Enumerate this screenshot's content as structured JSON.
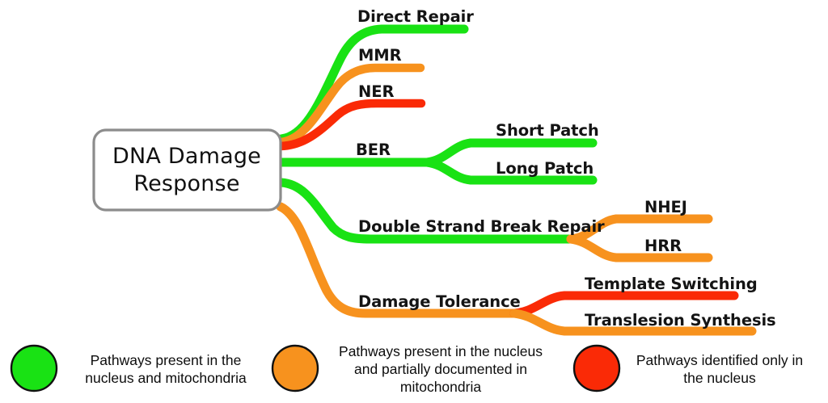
{
  "diagram": {
    "type": "mind-map",
    "title": "DNA Damage Response pathways",
    "root": {
      "label_line1": "DNA Damage",
      "label_line2": "Response"
    },
    "colors": {
      "green": "#19E214",
      "orange": "#F7921E",
      "red": "#FA2A06",
      "node_border": "#8c8c8c",
      "node_fill": "#ffffff",
      "text": "#111111",
      "background": "#ffffff"
    },
    "branches": [
      {
        "id": "direct-repair",
        "label": "Direct Repair",
        "color_name": "green",
        "color": "#19E214",
        "children": []
      },
      {
        "id": "mmr",
        "label": "MMR",
        "color_name": "orange",
        "color": "#F7921E",
        "children": []
      },
      {
        "id": "ner",
        "label": "NER",
        "color_name": "red",
        "color": "#FA2A06",
        "children": []
      },
      {
        "id": "ber",
        "label": "BER",
        "color_name": "green",
        "color": "#19E214",
        "children": [
          {
            "id": "short-patch",
            "label": "Short Patch",
            "color_name": "green",
            "color": "#19E214"
          },
          {
            "id": "long-patch",
            "label": "Long Patch",
            "color_name": "green",
            "color": "#19E214"
          }
        ]
      },
      {
        "id": "double-strand-break-repair",
        "label": "Double Strand Break Repair",
        "color_name": "green",
        "color": "#19E214",
        "children": [
          {
            "id": "nhej",
            "label": "NHEJ",
            "color_name": "orange",
            "color": "#F7921E"
          },
          {
            "id": "hrr",
            "label": "HRR",
            "color_name": "orange",
            "color": "#F7921E"
          }
        ]
      },
      {
        "id": "damage-tolerance",
        "label": "Damage Tolerance",
        "color_name": "orange",
        "color": "#F7921E",
        "children": [
          {
            "id": "template-switching",
            "label": "Template Switching",
            "color_name": "red",
            "color": "#FA2A06"
          },
          {
            "id": "translesion-synthesis",
            "label": "Translesion Synthesis",
            "color_name": "orange",
            "color": "#F7921E"
          }
        ]
      }
    ]
  },
  "legend": {
    "items": [
      {
        "id": "legend-green",
        "color": "#19E214",
        "color_name": "green",
        "line1": "Pathways present in the",
        "line2": "nucleus and mitochondria",
        "line3": ""
      },
      {
        "id": "legend-orange",
        "color": "#F7921E",
        "color_name": "orange",
        "line1": "Pathways present in the nucleus",
        "line2": "and partially documented in",
        "line3": "mitochondria"
      },
      {
        "id": "legend-red",
        "color": "#FA2A06",
        "color_name": "red",
        "line1": "Pathways identified only in",
        "line2": "the nucleus",
        "line3": ""
      }
    ]
  }
}
